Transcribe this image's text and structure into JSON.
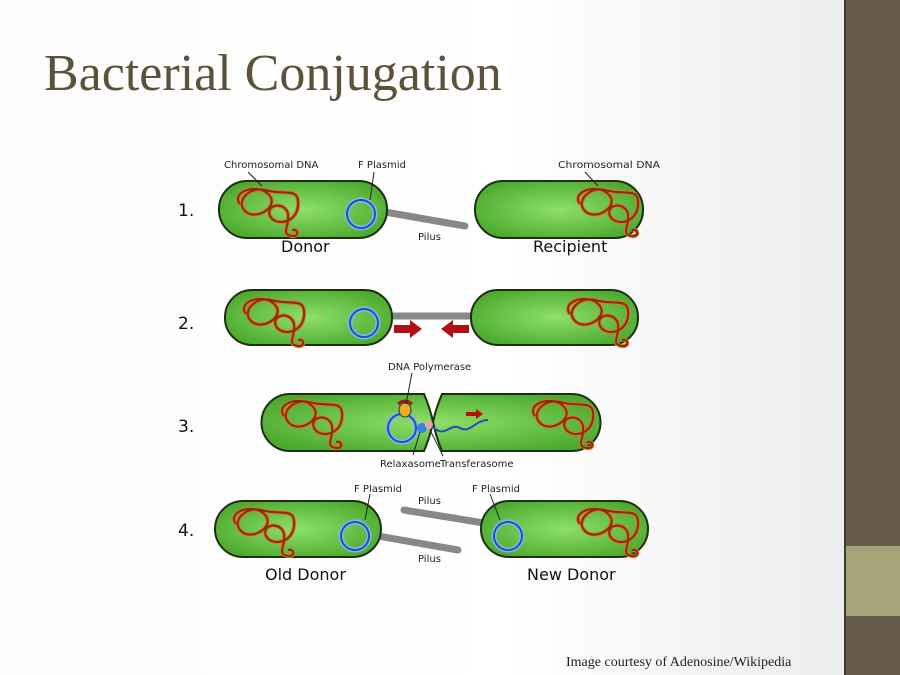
{
  "title": "Bacterial Conjugation",
  "credit": "Image courtesy of Adenosine/Wikipedia",
  "colors": {
    "cell": "#5cbf3a",
    "chromosome": "#8b2a10",
    "plasmid": "#2a5fd0",
    "arrow": "#b01010",
    "sidebar": "#675b4a",
    "sidebar_accent": "#a7a37a",
    "title": "#5c5139"
  },
  "diagram": {
    "steps": [
      "1.",
      "2.",
      "3.",
      "4."
    ],
    "step1": {
      "chromosomal_dna_left": "Chromosomal DNA",
      "f_plasmid": "F Plasmid",
      "chromosomal_dna_right": "Chromosomal DNA",
      "pilus": "Pilus",
      "donor": "Donor",
      "recipient": "Recipient"
    },
    "step3": {
      "dna_polymerase": "DNA Polymerase",
      "relaxasome": "Relaxasome",
      "transferasome": "Transferasome"
    },
    "step4": {
      "f_plasmid_left": "F Plasmid",
      "f_plasmid_right": "F Plasmid",
      "pilus_top": "Pilus",
      "pilus_bottom": "Pilus",
      "old_donor": "Old Donor",
      "new_donor": "New Donor"
    }
  }
}
